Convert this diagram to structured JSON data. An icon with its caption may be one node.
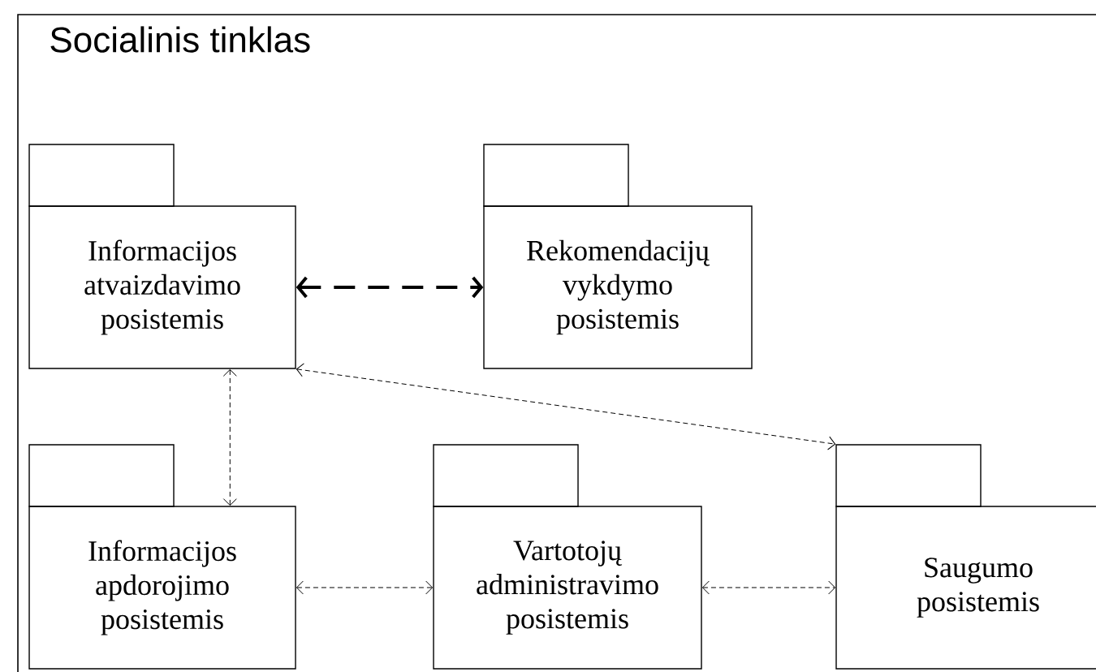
{
  "diagram": {
    "nodes": [
      {
        "text": [
          "Socialinis tinklas"
        ]
      },
      {
        "text": [
          "Informacijos atvaizdavimo posistemis"
        ],
        "in": 0
      },
      {
        "text": [
          "Rekomendacijų vykdymo posistemis"
        ],
        "in": 0
      },
      {
        "text": [
          "Informacijos apdorojimo posistemis"
        ],
        "in": 0
      },
      {
        "text": [
          "Vartotojų administravimo posistemis"
        ],
        "in": 0
      },
      {
        "text": [
          "Saugumo posistemis"
        ],
        "in": 0
      }
    ],
    "edges": [
      {
        "from": 1,
        "to": 2,
        "arrow": "both",
        "style": "dashed"
      },
      {
        "from": 1,
        "to": 3,
        "arrow": "both"
      },
      {
        "from": 1,
        "to": 5,
        "arrow": "both"
      },
      {
        "from": 3,
        "to": 4,
        "arrow": "both"
      },
      {
        "from": 4,
        "to": 5,
        "arrow": "both"
      }
    ]
  }
}
